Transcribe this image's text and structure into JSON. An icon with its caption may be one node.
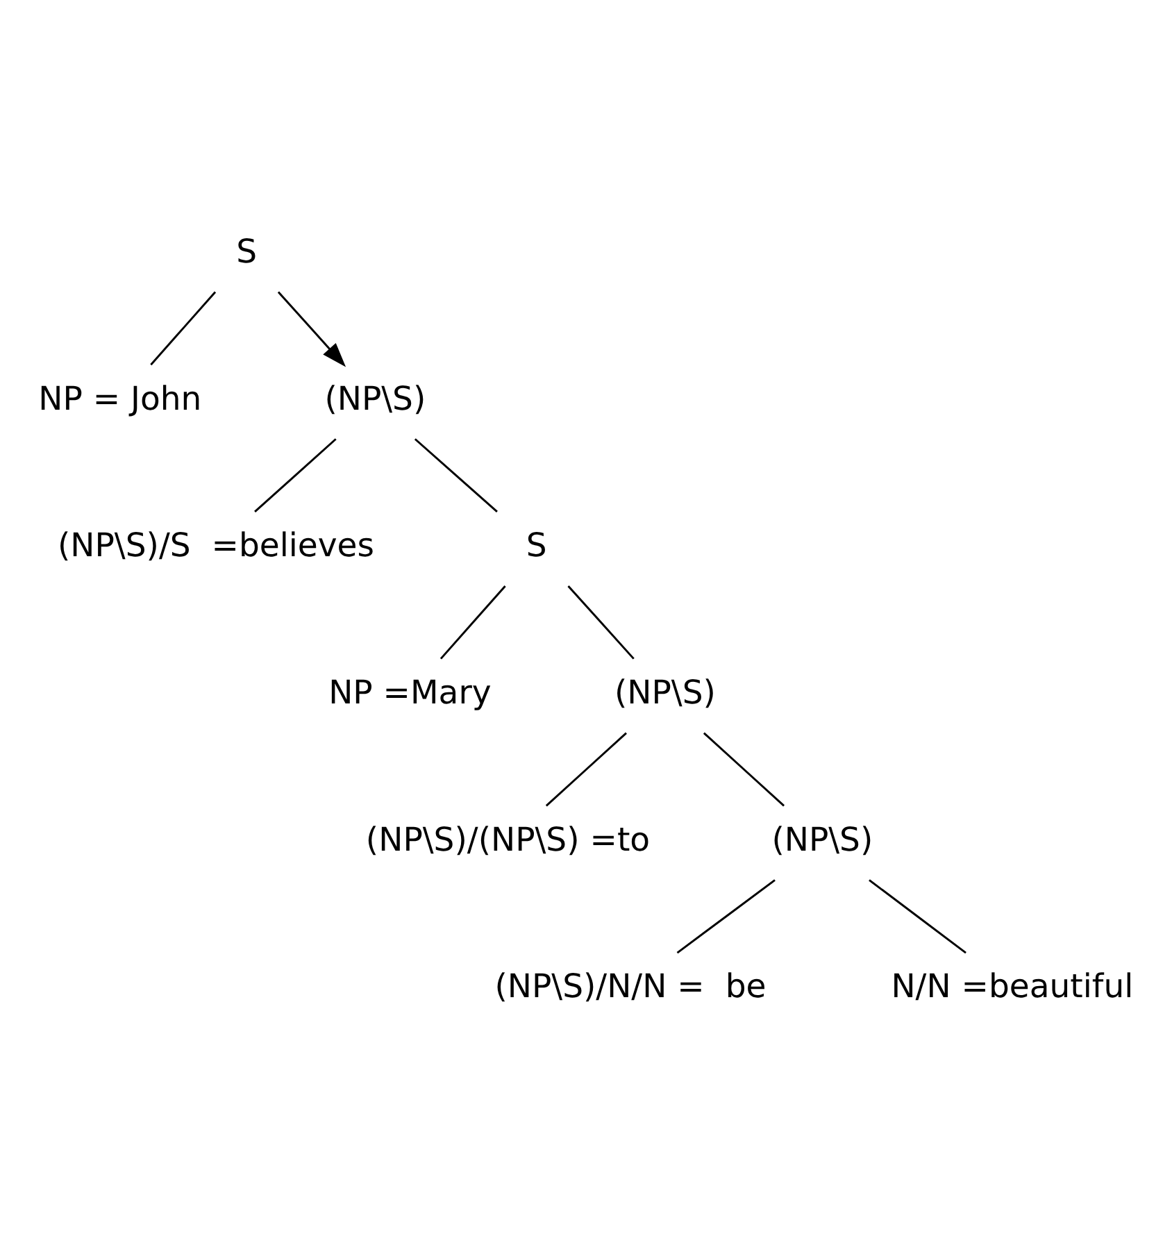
{
  "diagram": {
    "nodes": [
      {
        "text": [
          "S"
        ]
      },
      {
        "text": [
          "NP = John"
        ]
      },
      {
        "text": [
          "(NP\\S)"
        ]
      },
      {
        "text": [
          "(NP\\S)/S  =believes"
        ]
      },
      {
        "text": [
          "S"
        ]
      },
      {
        "text": [
          "NP =Mary"
        ]
      },
      {
        "text": [
          "(NP\\S)"
        ]
      },
      {
        "text": [
          "(NP\\S)/(NP\\S) =to"
        ]
      },
      {
        "text": [
          "(NP\\S)"
        ]
      },
      {
        "text": [
          "(NP\\S)/N/N =  be"
        ]
      },
      {
        "text": [
          "N/N =beautiful"
        ]
      }
    ],
    "edges": [
      {
        "from": 0,
        "to": 1,
        "arrow": "none"
      },
      {
        "from": 0,
        "to": 2,
        "arrow": "to"
      },
      {
        "from": 2,
        "to": 3,
        "arrow": "none"
      },
      {
        "from": 2,
        "to": 4,
        "arrow": "none"
      },
      {
        "from": 4,
        "to": 5,
        "arrow": "none"
      },
      {
        "from": 4,
        "to": 6,
        "arrow": "none"
      },
      {
        "from": 6,
        "to": 7,
        "arrow": "none"
      },
      {
        "from": 6,
        "to": 8,
        "arrow": "none"
      },
      {
        "from": 8,
        "to": 9,
        "arrow": "none"
      },
      {
        "from": 8,
        "to": 10,
        "arrow": "none"
      }
    ]
  }
}
